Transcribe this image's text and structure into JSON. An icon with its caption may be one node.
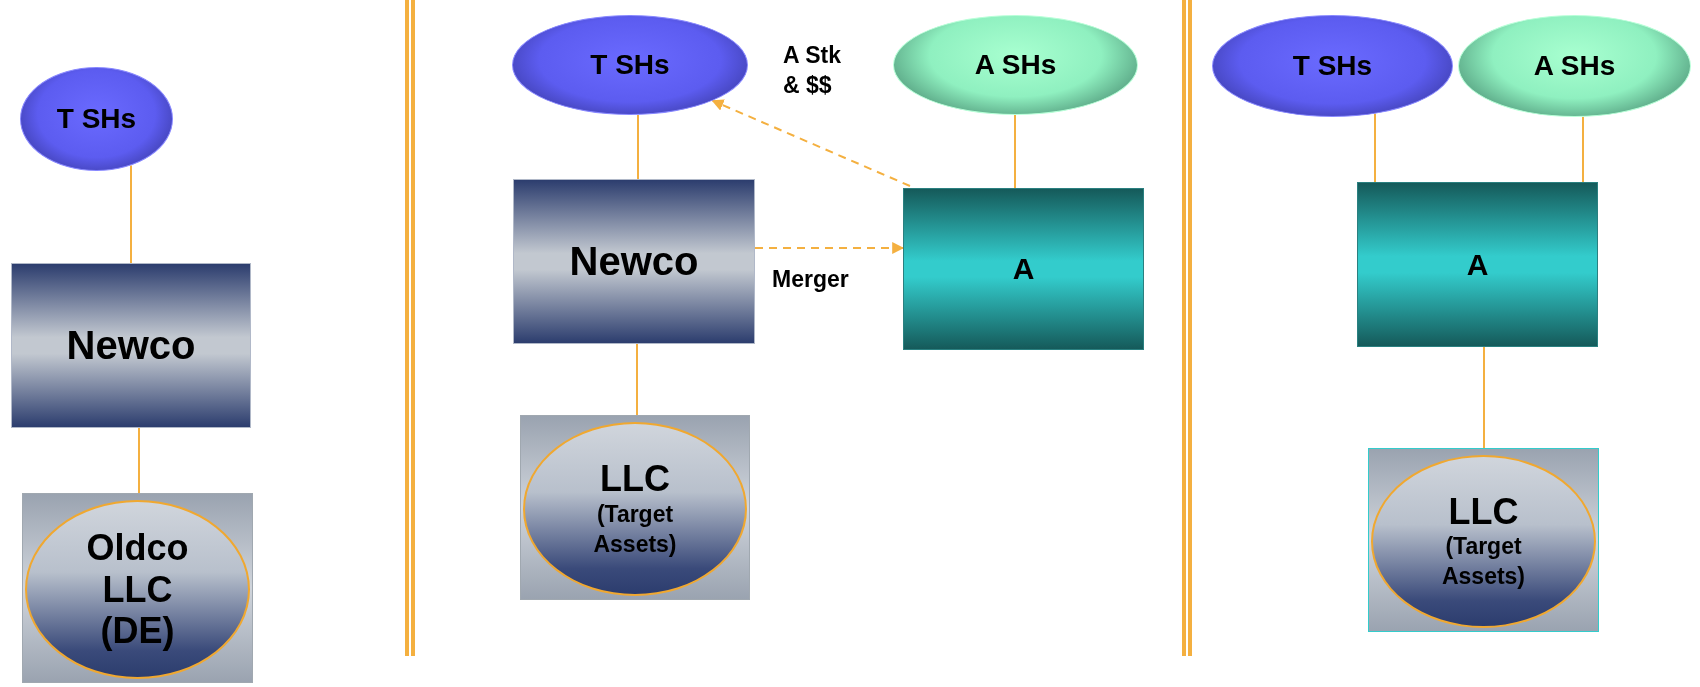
{
  "diagram": {
    "nodes": [
      {
        "text": [
          "T SHs"
        ]
      },
      {
        "text": [
          "Newco"
        ]
      },
      {
        "text": [
          "Oldco LLC (DE)"
        ]
      },
      {
        "text": [
          "T SHs"
        ]
      },
      {
        "text": [
          "A SHs"
        ]
      },
      {
        "text": [
          "Newco"
        ]
      },
      {
        "text": [
          "A"
        ]
      },
      {
        "text": [
          "LLC",
          "(Target Assets)"
        ]
      },
      {
        "text": [
          "T SHs"
        ]
      },
      {
        "text": [
          "A SHs"
        ]
      },
      {
        "text": [
          "A"
        ]
      },
      {
        "text": [
          "LLC",
          "(Target Assets)"
        ]
      }
    ],
    "edges": [
      {
        "from": 0,
        "to": 1,
        "arrow": "none"
      },
      {
        "from": 1,
        "to": 2,
        "arrow": "none"
      },
      {
        "from": 3,
        "to": 5,
        "arrow": "none"
      },
      {
        "from": 4,
        "to": 6,
        "arrow": "none"
      },
      {
        "from": 5,
        "to": 7,
        "arrow": "none"
      },
      {
        "from": 6,
        "to": 3,
        "arrow": "to",
        "label": "A Stk & $$",
        "style": "dashed"
      },
      {
        "from": 5,
        "to": 6,
        "arrow": "to",
        "label": "Merger",
        "style": "dashed"
      },
      {
        "from": 8,
        "to": 10,
        "arrow": "none"
      },
      {
        "from": 9,
        "to": 10,
        "arrow": "none"
      },
      {
        "from": 10,
        "to": 11,
        "arrow": "none"
      }
    ]
  }
}
